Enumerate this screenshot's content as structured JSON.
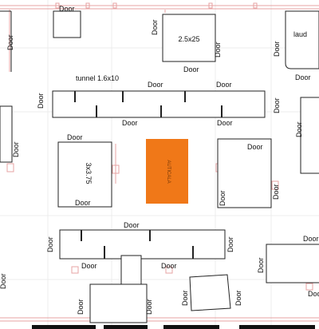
{
  "labels": {
    "door": "Door",
    "tunnel": "tunnel 1.6x10",
    "room_25x25": "2.5x25",
    "laud": "laud",
    "room_3x375": "3x3.75",
    "center_stage": "AUTICALA"
  },
  "colors": {
    "center_stage": "#f07818",
    "walls": "#222222",
    "guides": "#e7a3a3"
  }
}
